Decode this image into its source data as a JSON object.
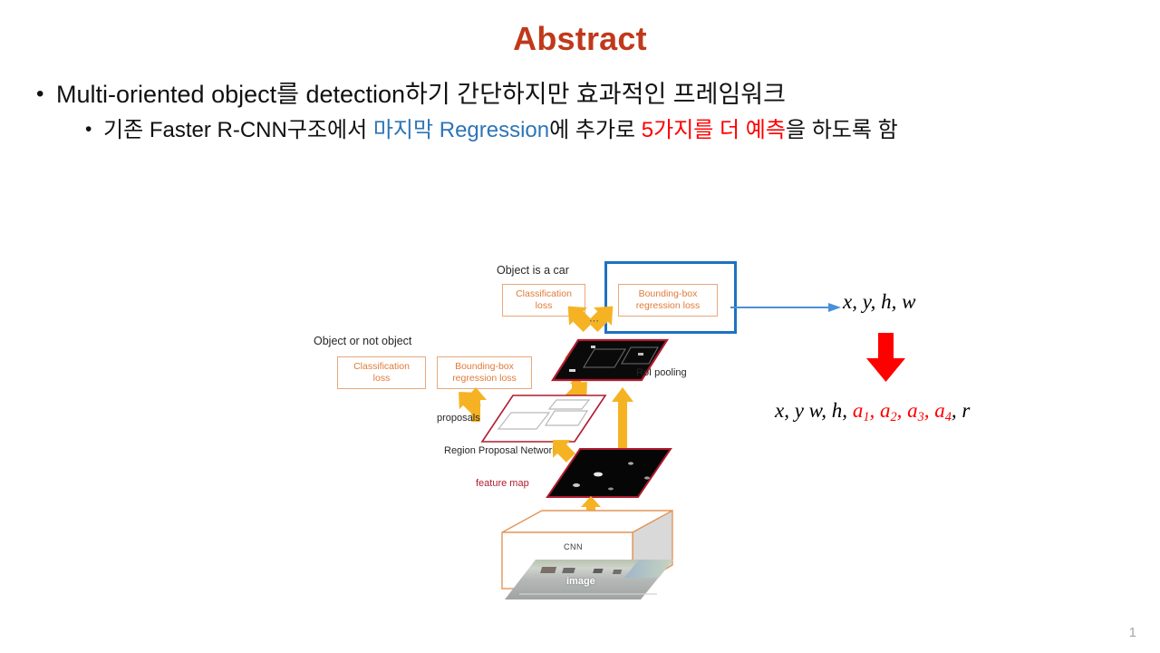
{
  "slide": {
    "title": "Abstract",
    "page_number": "1",
    "title_color": "#C0391B"
  },
  "bullets": {
    "level1": {
      "marker": "•",
      "text": "Multi-oriented object를 detection하기 간단하지만 효과적인 프레임워크"
    },
    "level2": {
      "marker": "•",
      "part1": "기존 Faster R-CNN구조에서 ",
      "highlight_blue": "마지막 Regression",
      "part2": "에 추가로 ",
      "highlight_red": "5가지를 더 예측",
      "part3": "을 하도록 함",
      "blue_color": "#2E75B6",
      "red_color": "#FF0000"
    }
  },
  "diagram": {
    "labels": {
      "object_is_a_car": "Object is a car",
      "object_or_not_object": "Object or not object",
      "roi_pooling": "RoI pooling",
      "proposals": "proposals",
      "region_proposal_network": "Region Proposal Network",
      "feature_map": "feature map",
      "cnn": "CNN",
      "image": "image",
      "vertical_dots": "⋯"
    },
    "boxes": {
      "classification_loss_top": "Classification\nloss",
      "bbox_regression_loss_top": "Bounding-box\nregression loss",
      "classification_loss_rpn": "Classification\nloss",
      "bbox_regression_loss_rpn": "Bounding-box\nregression loss"
    },
    "colors": {
      "loss_box_border": "#E8A87C",
      "loss_box_text": "#E07B39",
      "highlight_box_border": "#1F71C1",
      "arrow_yellow": "#F5B324",
      "feature_map_border": "#B01C2E",
      "cnn_border": "#E3965A"
    }
  },
  "formulas": {
    "top": {
      "full": "x, y, h, w",
      "tokens": [
        {
          "t": "x, y, h, w",
          "color": "#000000"
        }
      ]
    },
    "bottom": {
      "full": "x, y w, h, a1, a2, a3, a4, r",
      "prefix": "x, y w, h, ",
      "red_terms": [
        "a1",
        "a2",
        "a3",
        "a4"
      ],
      "suffix": ", r",
      "red_color": "#FF0000"
    },
    "connector_arrow_color": "#4A90D9",
    "transform_arrow_color": "#FF0000"
  }
}
